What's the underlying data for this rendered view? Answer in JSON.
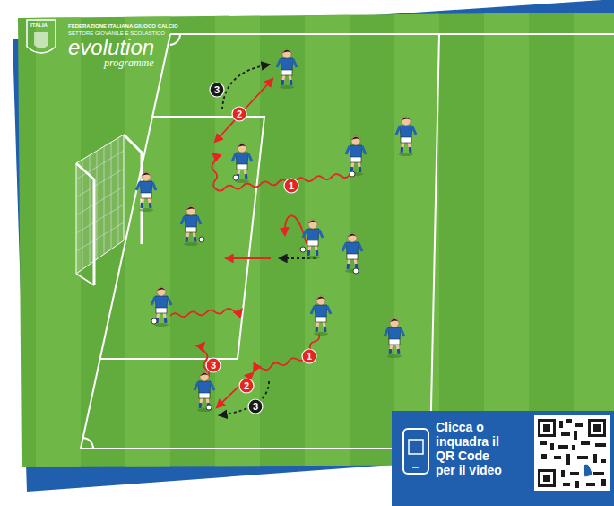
{
  "diagram": {
    "nodes": [
      {
        "text": [
          "Clicca o inquadra il QR Code per il video"
        ]
      }
    ],
    "labels": [
      "ITALIA",
      "FEDERAZIONE ITALIANA GIUOCO CALCIO",
      "SETTORE GIOVANILE E SCOLASTICO",
      "evolution",
      "programme",
      "1",
      "2",
      "3",
      "1",
      "2",
      "3",
      "3"
    ]
  }
}
